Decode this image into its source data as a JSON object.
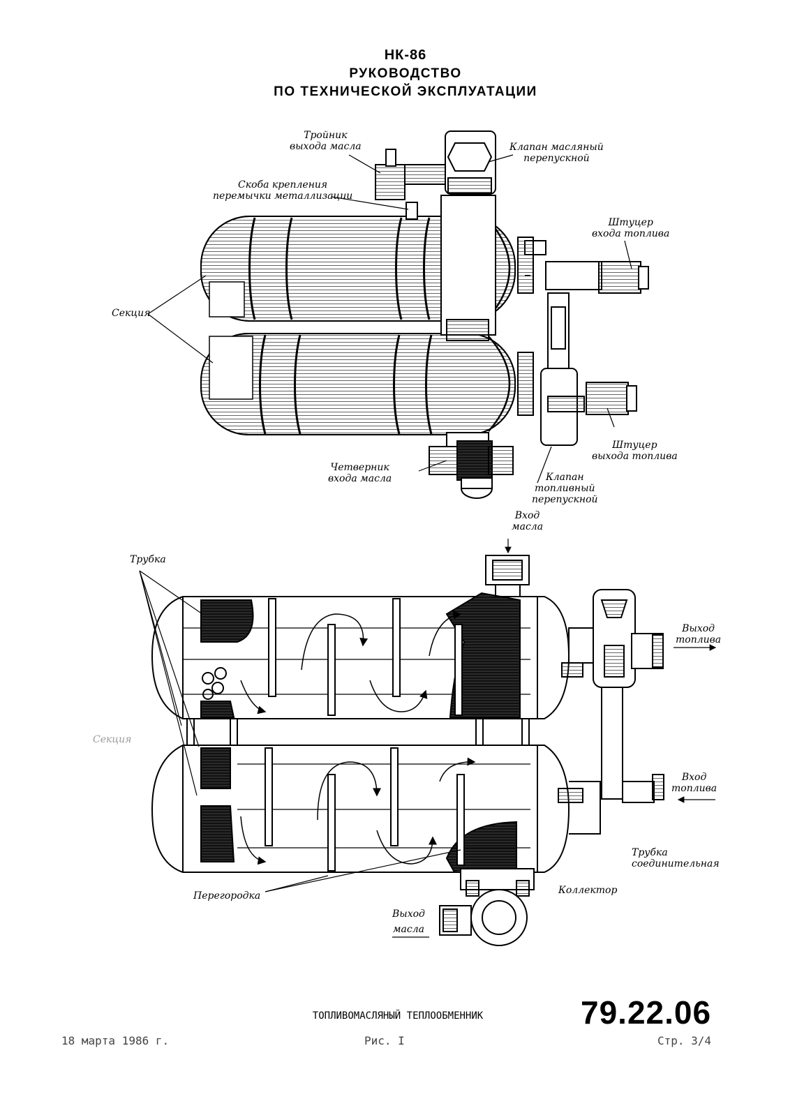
{
  "header": {
    "engine": "НК-86",
    "title_line1": "РУКОВОДСТВО",
    "title_line2": "ПО ТЕХНИЧЕСКОЙ ЭКСПЛУАТАЦИИ"
  },
  "top_view_labels": {
    "oil_outlet_tee": [
      "Тройник",
      "выхода масла"
    ],
    "oil_bypass_valve": [
      "Клапан масляный",
      "перепускной"
    ],
    "bonding_bracket": [
      "Скоба крепления",
      "перемычки металлизации"
    ],
    "fuel_inlet_union": [
      "Штуцер",
      "входа топлива"
    ],
    "section": "Секция",
    "fuel_outlet_union": [
      "Штуцер",
      "выхода топлива"
    ],
    "oil_inlet_cross": [
      "Четверник",
      "входа масла"
    ],
    "fuel_bypass_valve": [
      "Клапан",
      "топливный",
      "перепускной"
    ]
  },
  "cutaway_labels": {
    "oil_inlet": [
      "Вход",
      "масла"
    ],
    "tube": "Трубка",
    "fuel_outlet": [
      "Выход",
      "топлива"
    ],
    "section": "Секция",
    "fuel_inlet": [
      "Вход",
      "топлива"
    ],
    "connecting_tube": [
      "Трубка",
      "соединительная"
    ],
    "collector": "Коллектор",
    "baffle": "Перегородка",
    "oil_outlet": [
      "Выход",
      "масла"
    ]
  },
  "footer": {
    "figure_title": "ТОПЛИВОМАСЛЯНЫЙ ТЕПЛООБМЕННИК",
    "doc_number": "79.22.06",
    "date": "18 марта 1986 г.",
    "figure": "Рис. I",
    "page": "Стр. 3/4"
  }
}
